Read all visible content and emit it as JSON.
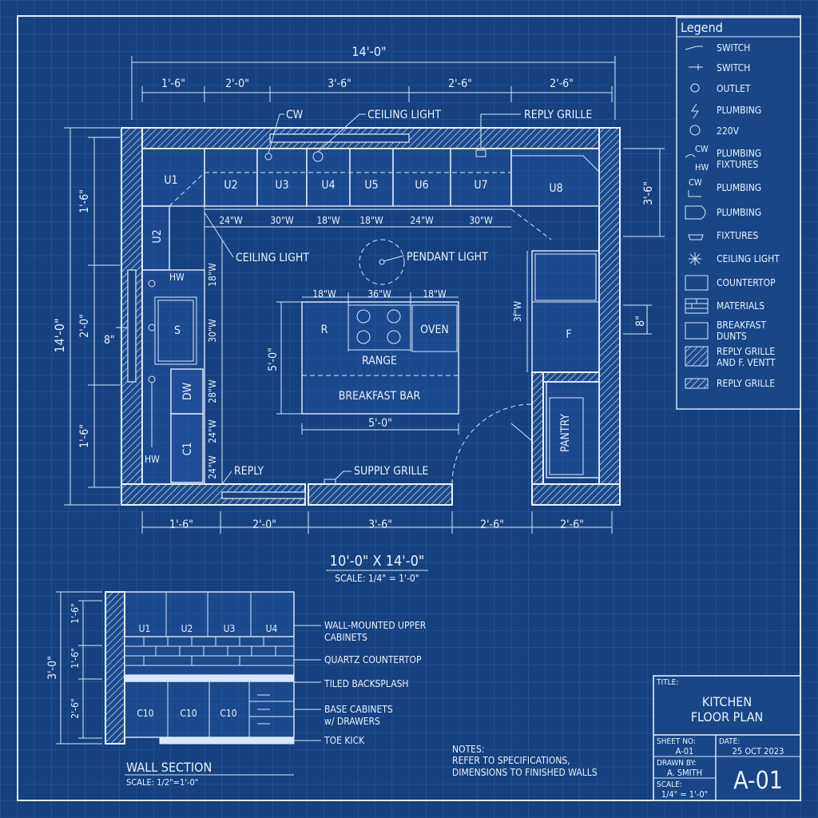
{
  "colors": {
    "background": "#16407f",
    "grid": "#3566a8",
    "line": "#e3edff"
  },
  "plan": {
    "overall_width": "14'-0\"",
    "top_dims": [
      "1'-6\"",
      "2'-0\"",
      "3'-6\"",
      "2'-6\"",
      "2'-6\""
    ],
    "bottom_dims": [
      "1'-6\"",
      "2'-0\"",
      "3'-6\"",
      "2'-6\"",
      "2'-6\""
    ],
    "overall_height": "14'-0\"",
    "left_dims": [
      "1'-6\"",
      "2'-0\"",
      "1'-6\""
    ],
    "right_dim_top": "3'-6\"",
    "right_dim_mid": "8\"",
    "left_window": "8\"",
    "upper_cabinets": [
      "U1",
      "U2",
      "U3",
      "U4",
      "U5",
      "U6",
      "U7",
      "U8"
    ],
    "upper_widths": [
      "24\"W",
      "30\"W",
      "18\"W",
      "18\"W",
      "24\"W",
      "30\"W"
    ],
    "left_upper": "U2",
    "left_widths": [
      "18\"W",
      "30\"W",
      "28\"W",
      "24\"W",
      "24\"W"
    ],
    "sink": "S",
    "dishwasher": "DW",
    "cabinet_c1": "C1",
    "hw_top": "HW",
    "hw_bottom": "HW",
    "cw": "CW",
    "ceiling_light_top": "CEILING LIGHT",
    "ceiling_light_left": "CEILING LIGHT",
    "reply_grille": "REPLY GRILLE",
    "pendant_light": "PENDANT LIGHT",
    "island": {
      "widths": [
        "18\"W",
        "36\"W",
        "18\"W"
      ],
      "r": "R",
      "oven": "OVEN",
      "range": "RANGE",
      "bar": "BREAKFAST BAR",
      "width": "5'-0\"",
      "depth": "5'-0\""
    },
    "fridge": "F",
    "fridge_width": "3f\"W",
    "pantry": "PANTRY",
    "reply": "REPLY",
    "supply_grille": "SUPPLY GRILLE",
    "size": "10'-0\" X 14'-0\"",
    "scale": "SCALE: 1/4\" = 1'-0\""
  },
  "legend": {
    "title": "Legend",
    "items": [
      {
        "label": "SWITCH"
      },
      {
        "label": "SWITCH"
      },
      {
        "label": "OUTLET"
      },
      {
        "label": "PLUMBING"
      },
      {
        "label": "220V"
      },
      {
        "label": "PLUMBING",
        "label2": "FIXTURES",
        "sym": "CW",
        "sym2": "HW"
      },
      {
        "label": "PLUMBING",
        "sym": "CW"
      },
      {
        "label": "PLUMBING"
      },
      {
        "label": "FIXTURES"
      },
      {
        "label": "CEILING LIGHT"
      },
      {
        "label": "COUNTERTOP"
      },
      {
        "label": "MATERIALS"
      },
      {
        "label": "BREAKFAST",
        "label2": "DUNTS"
      },
      {
        "label": "REPLY GRILLE",
        "label2": "AND F. VENTT"
      },
      {
        "label": "REPLY GRILLE"
      }
    ]
  },
  "section": {
    "uppers": [
      "U1",
      "U2",
      "U3",
      "U4"
    ],
    "lowers": [
      "C10",
      "C10",
      "C10"
    ],
    "dims": [
      "1'-6\"",
      "1'-6\"",
      "2'-6\""
    ],
    "total": "3'-0\"",
    "callouts": [
      "WALL-MOUNTED UPPER",
      "CABINETS",
      "QUARTZ COUNTERTOP",
      "TILED BACKSPLASH",
      "BASE CABINETS",
      "w/ DRAWERS",
      "TOE KICK"
    ],
    "title": "WALL SECTION",
    "scale": "SCALE: 1/2\"=1'-0\""
  },
  "notes": {
    "title": "NOTES:",
    "line1": "REFER TO SPECIFICATIONS,",
    "line2": "DIMENSIONS TO FINISHED WALLS"
  },
  "title_block": {
    "title_label": "TITLE:",
    "title_line1": "KITCHEN",
    "title_line2": "FLOOR PLAN",
    "sheet_label": "SHEET NO:",
    "sheet": "A-01",
    "date_label": "DATE:",
    "date": "25 OCT 2023",
    "drawn_label": "DRAWN BY:",
    "drawn": "A. SMITH",
    "scale_label": "SCALE:",
    "scale": "1/4\" = 1'-0\"",
    "big": "A-01"
  }
}
